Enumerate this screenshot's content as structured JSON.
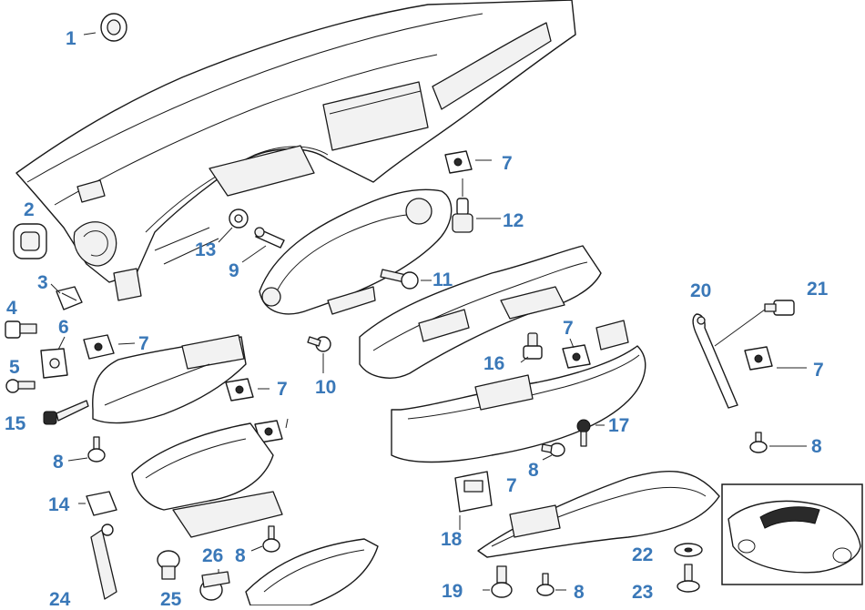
{
  "callouts": [
    {
      "id": "c1",
      "label": "1"
    },
    {
      "id": "c2",
      "label": "2"
    },
    {
      "id": "c3",
      "label": "3"
    },
    {
      "id": "c4",
      "label": "4"
    },
    {
      "id": "c5",
      "label": "5"
    },
    {
      "id": "c6",
      "label": "6"
    },
    {
      "id": "c7a",
      "label": "7"
    },
    {
      "id": "c7b",
      "label": "7"
    },
    {
      "id": "c7c",
      "label": "7"
    },
    {
      "id": "c7d",
      "label": "7"
    },
    {
      "id": "c7e",
      "label": "7"
    },
    {
      "id": "c7f",
      "label": "7"
    },
    {
      "id": "c8a",
      "label": "8"
    },
    {
      "id": "c8b",
      "label": "8"
    },
    {
      "id": "c8c",
      "label": "8"
    },
    {
      "id": "c8d",
      "label": "8"
    },
    {
      "id": "c8e",
      "label": "8"
    },
    {
      "id": "c9",
      "label": "9"
    },
    {
      "id": "c10",
      "label": "10"
    },
    {
      "id": "c11",
      "label": "11"
    },
    {
      "id": "c12",
      "label": "12"
    },
    {
      "id": "c13",
      "label": "13"
    },
    {
      "id": "c14",
      "label": "14"
    },
    {
      "id": "c15",
      "label": "15"
    },
    {
      "id": "c16",
      "label": "16"
    },
    {
      "id": "c17",
      "label": "17"
    },
    {
      "id": "c18",
      "label": "18"
    },
    {
      "id": "c19",
      "label": "19"
    },
    {
      "id": "c20",
      "label": "20"
    },
    {
      "id": "c21",
      "label": "21"
    },
    {
      "id": "c22",
      "label": "22"
    },
    {
      "id": "c23",
      "label": "23"
    },
    {
      "id": "c24",
      "label": "24"
    },
    {
      "id": "c25",
      "label": "25"
    },
    {
      "id": "c26",
      "label": "26"
    }
  ],
  "colors": {
    "callout": "#3a78b8",
    "line": "#1a1a1a",
    "background": "#ffffff"
  }
}
